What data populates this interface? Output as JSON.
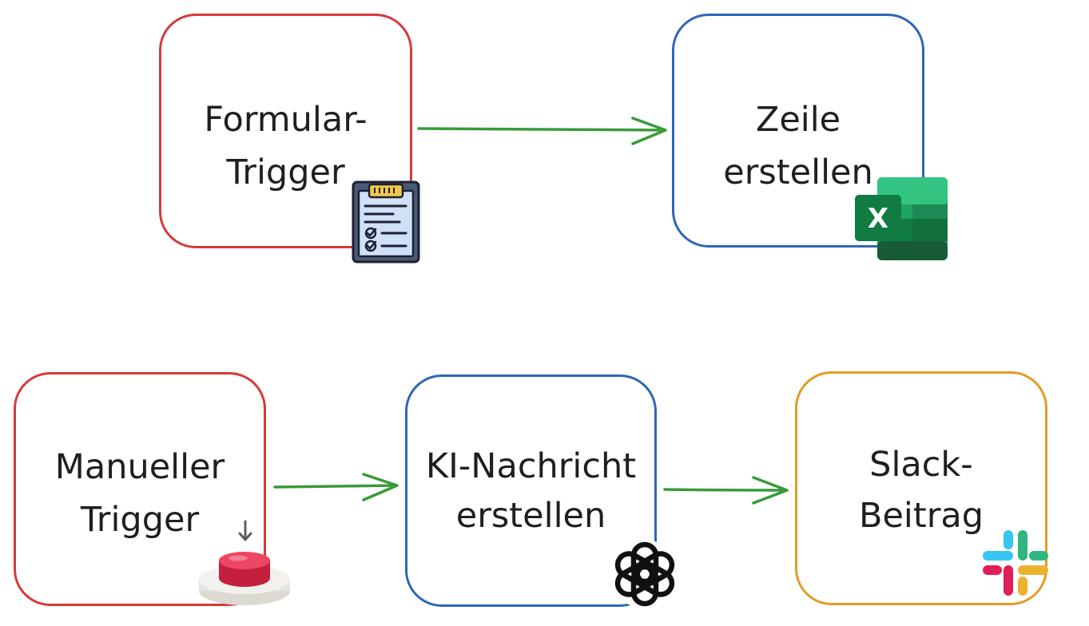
{
  "diagram": {
    "nodes": {
      "form_trigger": {
        "line1": "Formular-",
        "line2": "Trigger",
        "icon": "clipboard-checklist-icon",
        "border_color": "#d63a3a"
      },
      "create_row": {
        "line1": "Zeile",
        "line2": "erstellen",
        "icon": "excel-icon",
        "border_color": "#2f66b3"
      },
      "manual_trigger": {
        "line1": "Manueller",
        "line2": "Trigger",
        "icon": "push-button-icon",
        "border_color": "#d63a3a"
      },
      "ai_message": {
        "line1": "KI-Nachricht",
        "line2": "erstellen",
        "icon": "openai-icon",
        "border_color": "#2f66b3"
      },
      "slack_post": {
        "line1": "Slack-",
        "line2": "Beitrag",
        "icon": "slack-icon",
        "border_color": "#e49a26"
      }
    },
    "edges": [
      {
        "from": "form_trigger",
        "to": "create_row"
      },
      {
        "from": "manual_trigger",
        "to": "ai_message"
      },
      {
        "from": "ai_message",
        "to": "slack_post"
      }
    ],
    "arrow_color": "#3a9a3a"
  }
}
